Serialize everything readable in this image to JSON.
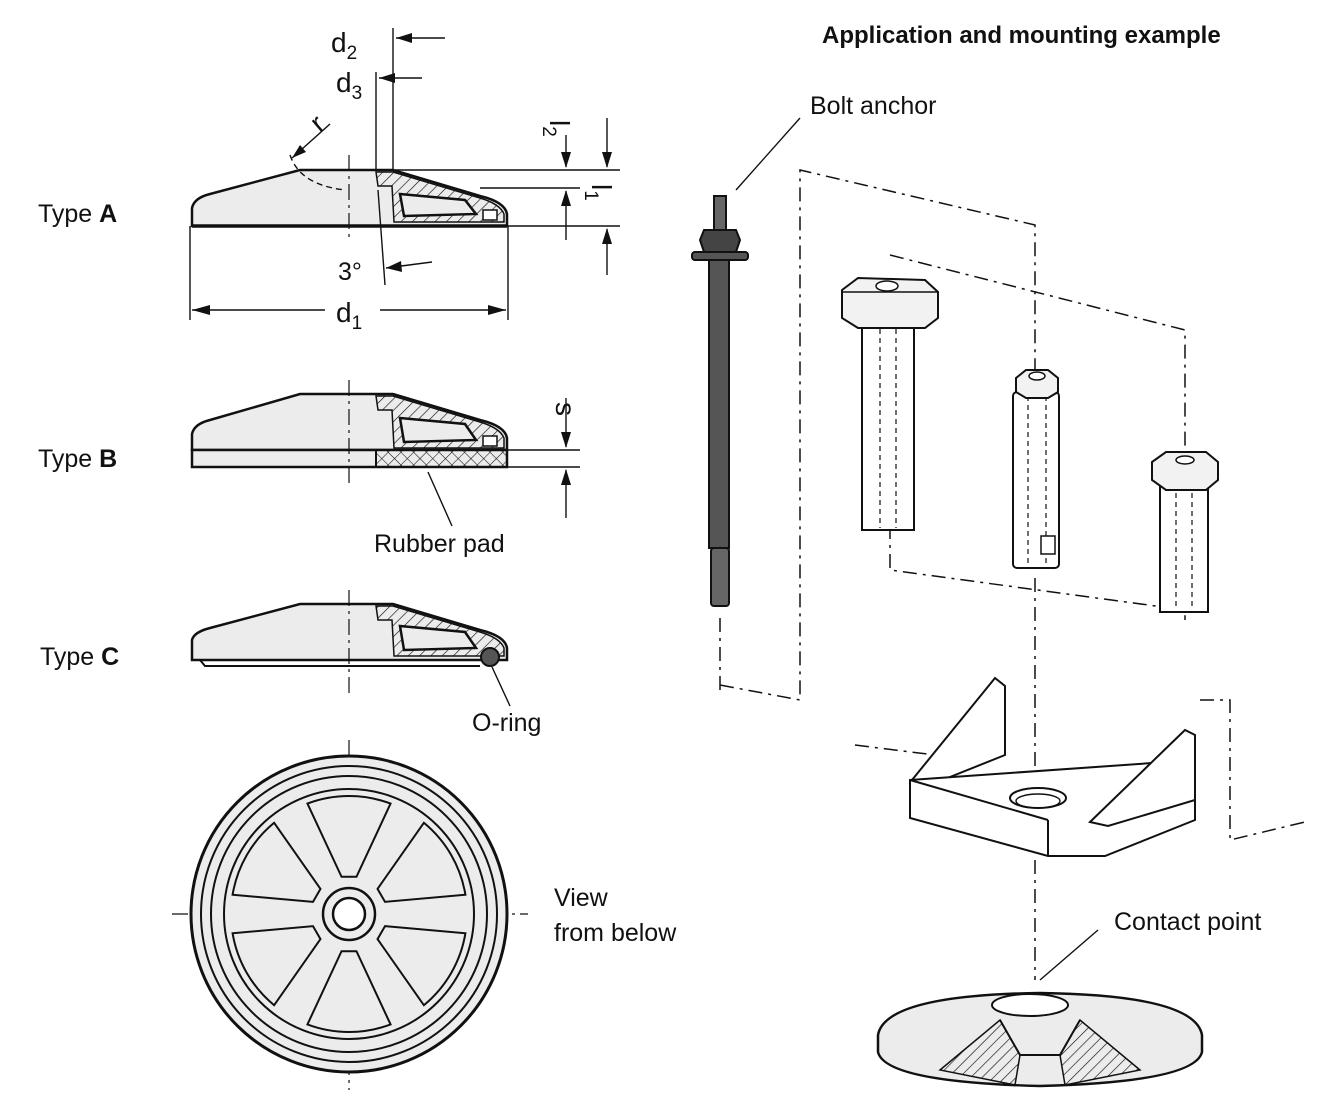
{
  "heading": "Application and mounting example",
  "types": {
    "a": {
      "prefix": "Type",
      "letter": "A"
    },
    "b": {
      "prefix": "Type",
      "letter": "B"
    },
    "c": {
      "prefix": "Type",
      "letter": "C"
    }
  },
  "dimensions": {
    "d2": {
      "base": "d",
      "sub": "2"
    },
    "d3": {
      "base": "d",
      "sub": "3"
    },
    "d1": {
      "base": "d",
      "sub": "1"
    },
    "l2": {
      "base": "l",
      "sub": "2"
    },
    "l1": {
      "base": "l",
      "sub": "1"
    },
    "r": "r",
    "angle": "3°",
    "s": "s"
  },
  "callouts": {
    "rubber_pad": "Rubber pad",
    "o_ring": "O-ring",
    "bolt_anchor": "Bolt anchor",
    "contact_point": "Contact point",
    "view_line1": "View",
    "view_line2": "from below"
  },
  "colors": {
    "line": "#111111",
    "fill": "#ececec",
    "dark_part": "#555555",
    "background": "#ffffff"
  }
}
